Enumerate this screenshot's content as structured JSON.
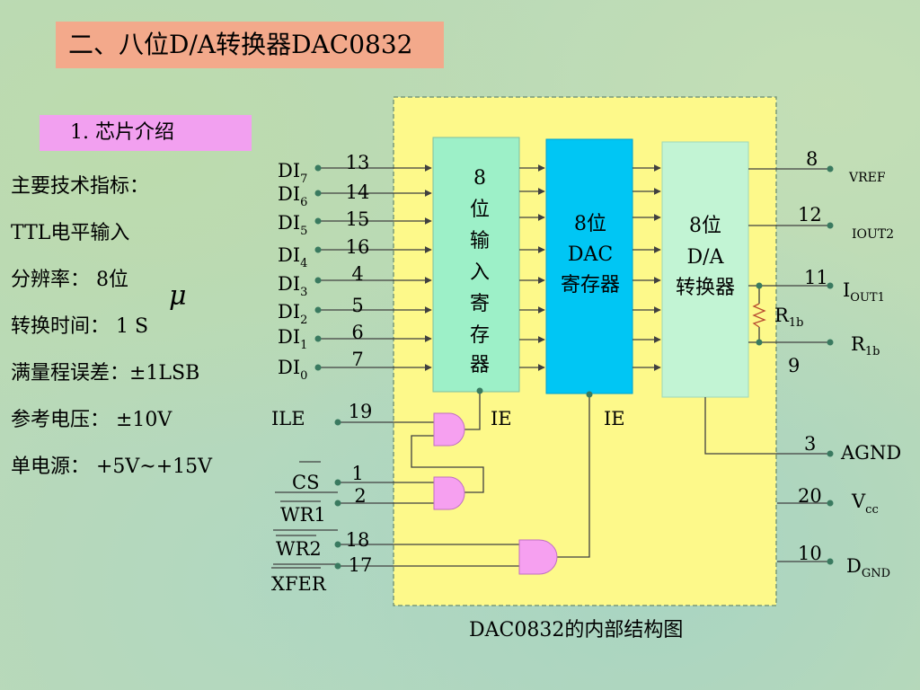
{
  "title": "二、八位D/A转换器DAC0832",
  "subtitle": "1.  芯片介绍",
  "specs": {
    "heading": "主要技术指标：",
    "input": "TTL电平输入",
    "resolution": "分辨率： 8位",
    "conversion_time": "转换时间： 1   S",
    "mu_symbol": "μ",
    "full_scale_error": "满量程误差：±1LSB",
    "reference": "参考电压： ±10V",
    "power": "单电源： +5V~+15V"
  },
  "diagram": {
    "caption": "DAC0832的内部结构图",
    "blocks": {
      "input_register": [
        "8",
        "位",
        "输",
        "入",
        "寄",
        "存",
        "器"
      ],
      "dac_register": [
        "8位",
        "DAC",
        "寄存器"
      ],
      "converter": [
        "8位",
        "D/A",
        "转换器"
      ]
    },
    "ie_label": "IE",
    "di_pins": [
      {
        "label": "DI",
        "sub": "7",
        "num": "13"
      },
      {
        "label": "DI",
        "sub": "6",
        "num": "14"
      },
      {
        "label": "DI",
        "sub": "5",
        "num": "15"
      },
      {
        "label": "DI",
        "sub": "4",
        "num": "16"
      },
      {
        "label": "DI",
        "sub": "3",
        "num": "4"
      },
      {
        "label": "DI",
        "sub": "2",
        "num": "5"
      },
      {
        "label": "DI",
        "sub": "1",
        "num": "6"
      },
      {
        "label": "DI",
        "sub": "0",
        "num": "7"
      }
    ],
    "control_pins": {
      "ile": {
        "label": "ILE",
        "num": "19"
      },
      "cs": {
        "label": "CS",
        "num": "1"
      },
      "wr1": {
        "label": "WR1",
        "num": "2"
      },
      "wr2": {
        "label": "WR2",
        "num": "18"
      },
      "xfer": {
        "label": "XFER",
        "num": "17"
      }
    },
    "output_pins": {
      "vref": {
        "label": "VREF",
        "num": "8"
      },
      "iout2": {
        "label": "IOUT2",
        "num": "12"
      },
      "iout1": {
        "label": "I",
        "sub": "OUT1",
        "num": "11"
      },
      "rfb_internal": {
        "label": "R",
        "sub": "1b"
      },
      "rfb": {
        "label": "R",
        "sub": "1b",
        "num": "9"
      },
      "agnd": {
        "label": "AGND",
        "num": "3"
      },
      "vcc": {
        "label": "V",
        "sub": "cc",
        "num": "20"
      },
      "dgnd": {
        "label": "D",
        "sub": "GND",
        "num": "10"
      }
    }
  },
  "colors": {
    "title_bg": "#f3a98b",
    "subtitle_bg": "#f2a0f0",
    "chip_bg": "#fdf98a",
    "input_register": "#9df0c8",
    "dac_register": "#00c6f4",
    "converter": "#c2f4d4",
    "gate": "#f6a0f0",
    "wire": "#404040",
    "dot": "#3a7a60"
  }
}
